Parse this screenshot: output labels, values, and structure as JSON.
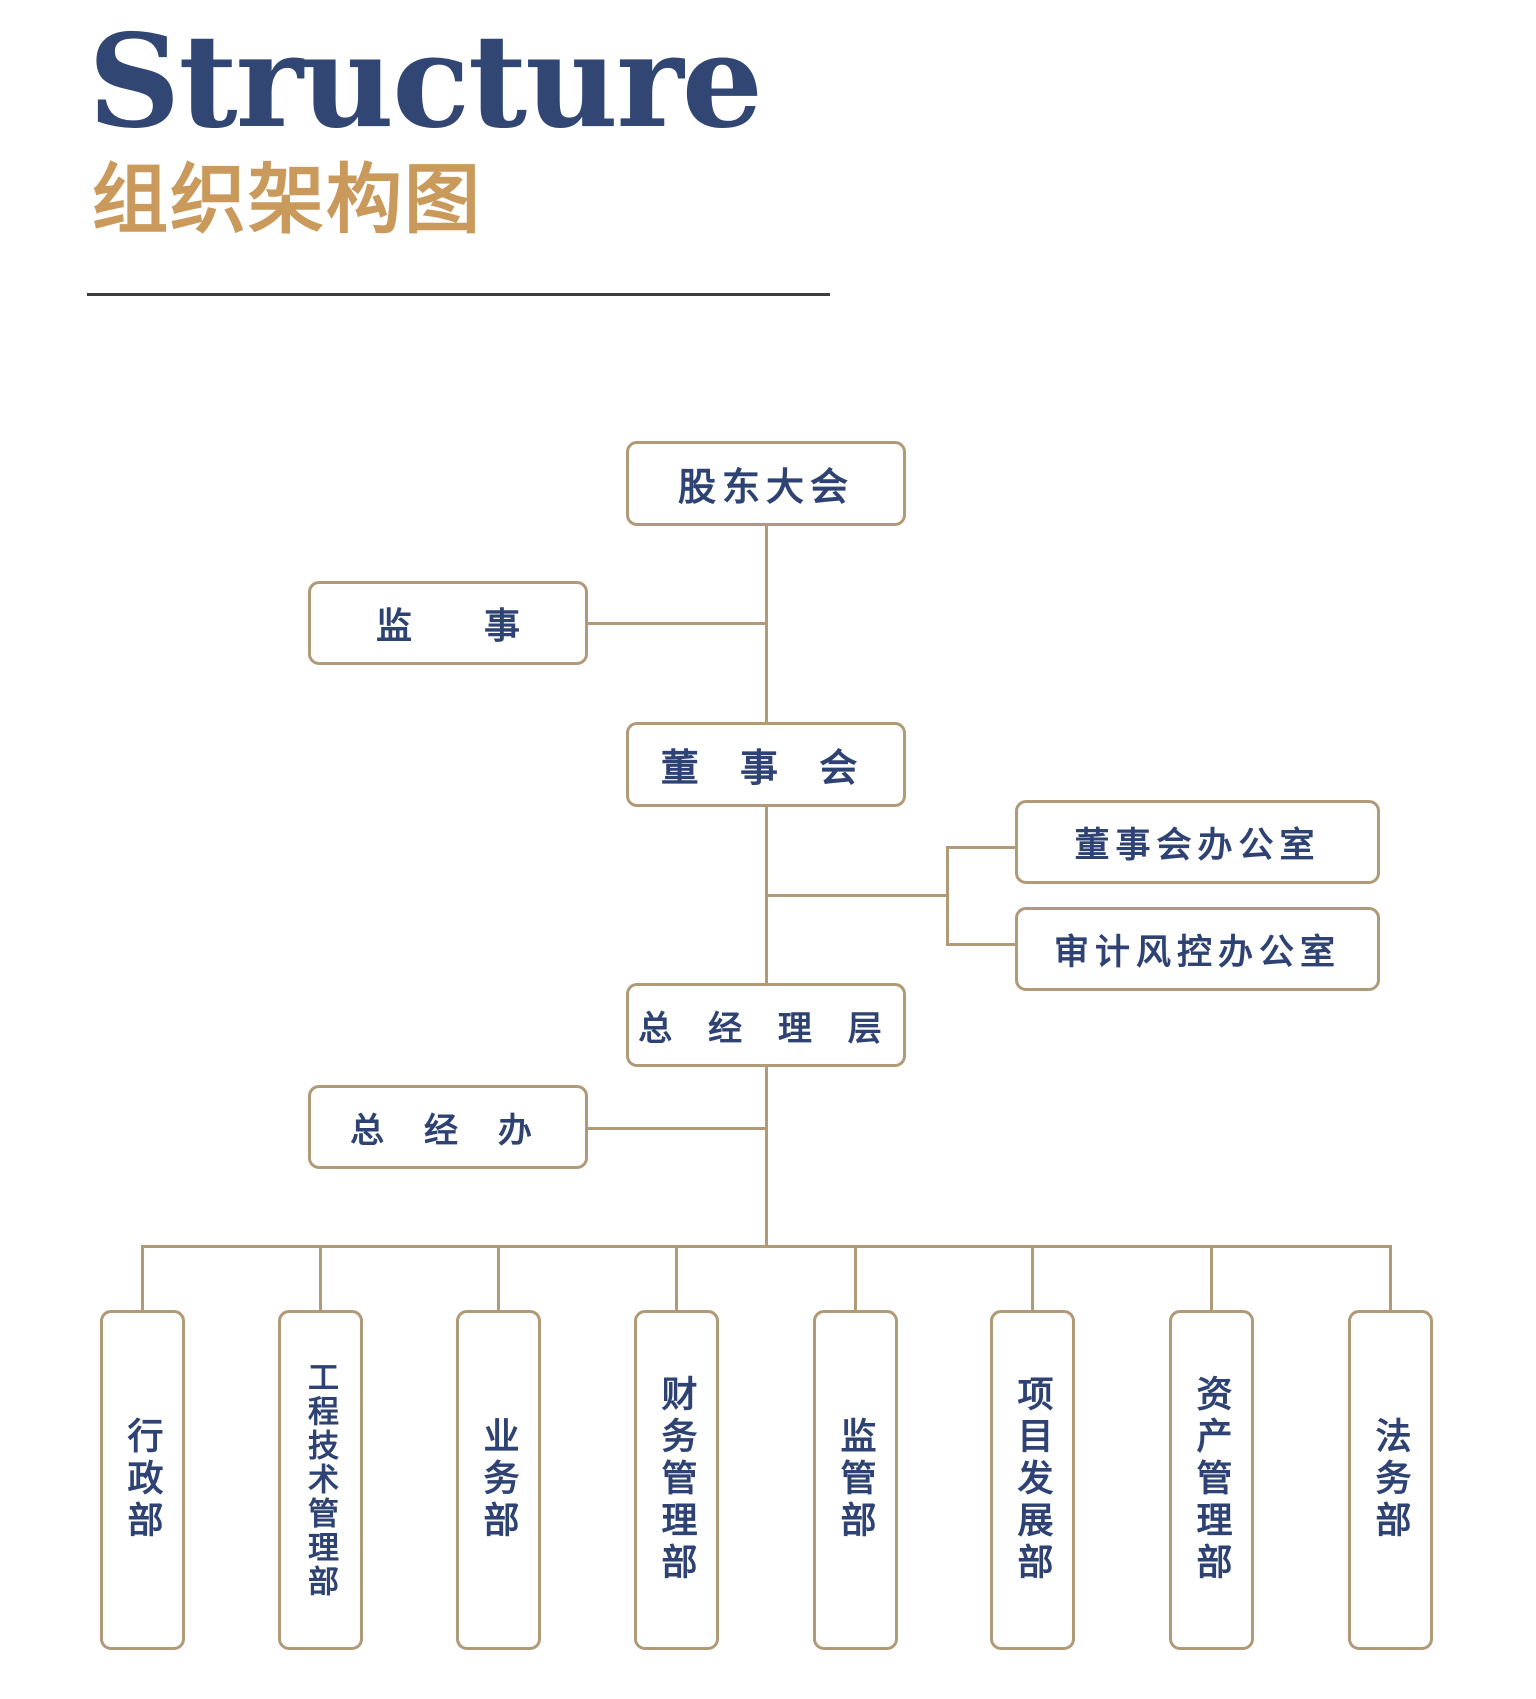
{
  "header": {
    "title_en": "Structure",
    "title_cn": "组织架构图"
  },
  "chart": {
    "shareholders": "股东大会",
    "supervisor": "监　　事",
    "board": "董 事 会",
    "board_office": "董事会办公室",
    "audit_office": "审计风控办公室",
    "management": "总 经 理 层",
    "gm_office": "总 经 办",
    "departments": [
      "行政部",
      "工程技术管理部",
      "业务部",
      "财务管理部",
      "监管部",
      "项目发展部",
      "资产管理部",
      "法务部"
    ]
  },
  "colors": {
    "navy": "#324674",
    "gold": "#c99a5b",
    "line": "#b09a78"
  }
}
